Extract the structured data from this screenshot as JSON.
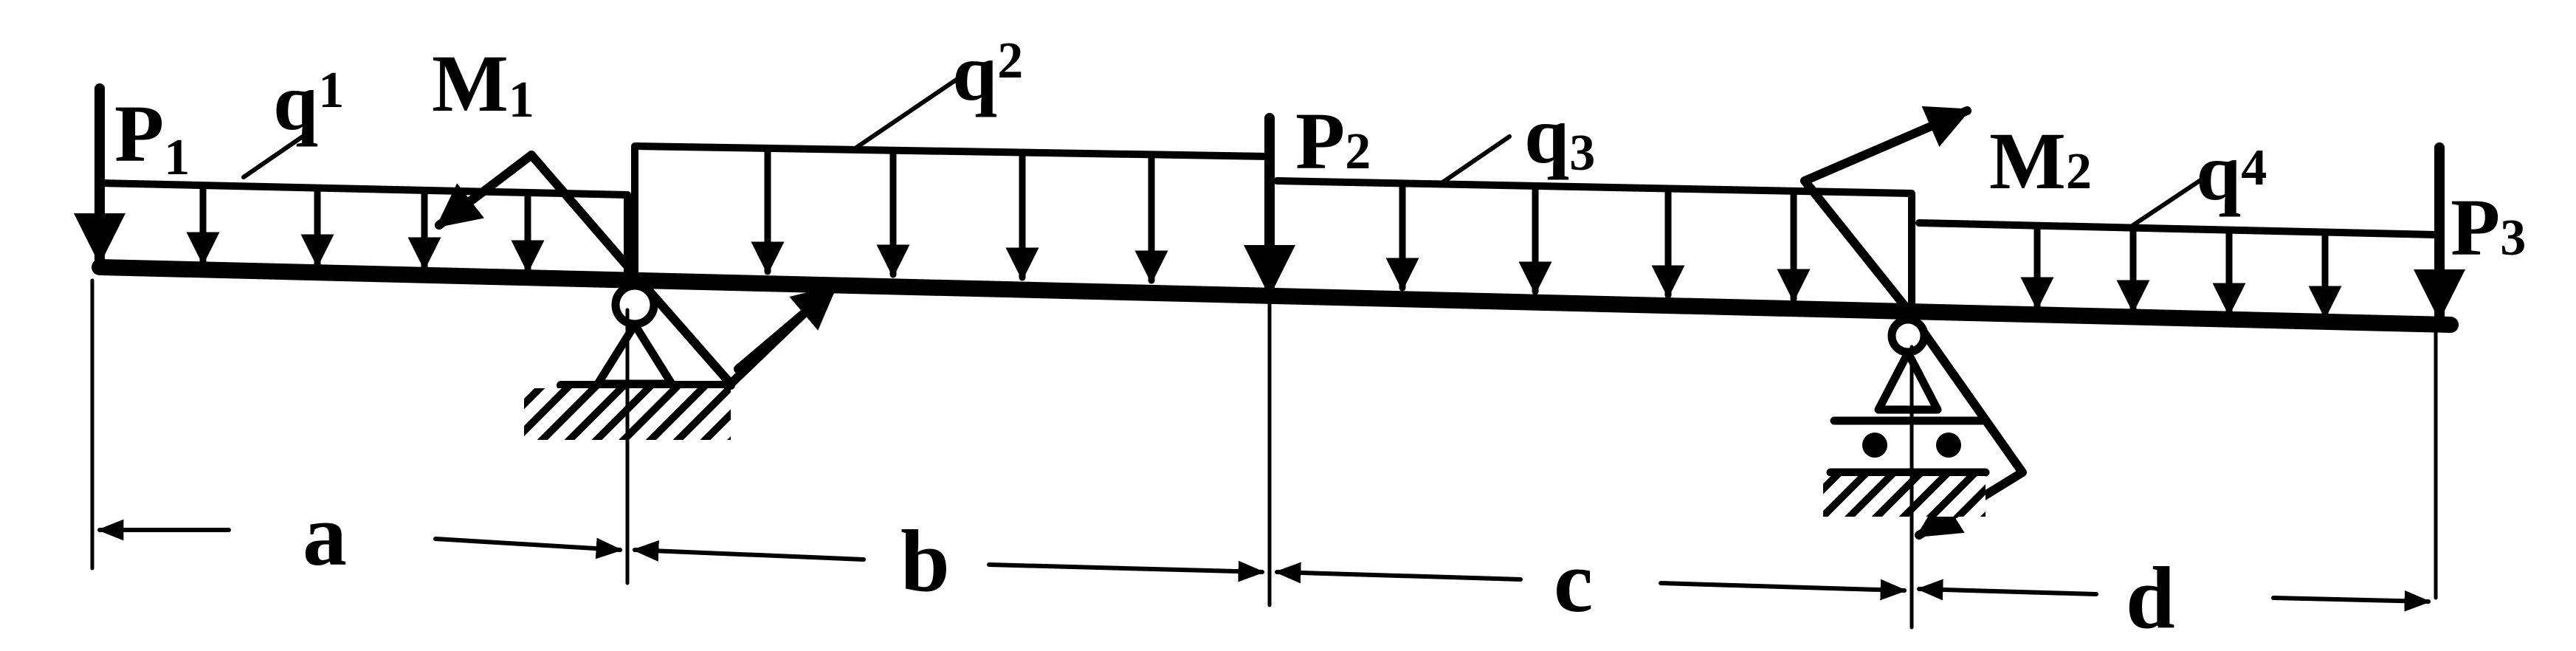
{
  "loads": {
    "P1": {
      "main": "P",
      "sub": "1"
    },
    "q1": {
      "main": "q",
      "sub": "1"
    },
    "M1": {
      "main": "M",
      "sub": "1"
    },
    "q2": {
      "main": "q",
      "sub": "2"
    },
    "P2": {
      "main": "P",
      "sub": "2"
    },
    "q3": {
      "main": "q",
      "sub": "3"
    },
    "M2": {
      "main": "M",
      "sub": "2"
    },
    "q4": {
      "main": "q",
      "sub": "4"
    },
    "P3": {
      "main": "P",
      "sub": "3"
    }
  },
  "dimensions": {
    "a": "a",
    "b": "b",
    "c": "c",
    "d": "d"
  },
  "colors": {
    "ink": "#000000",
    "background": "#ffffff"
  }
}
